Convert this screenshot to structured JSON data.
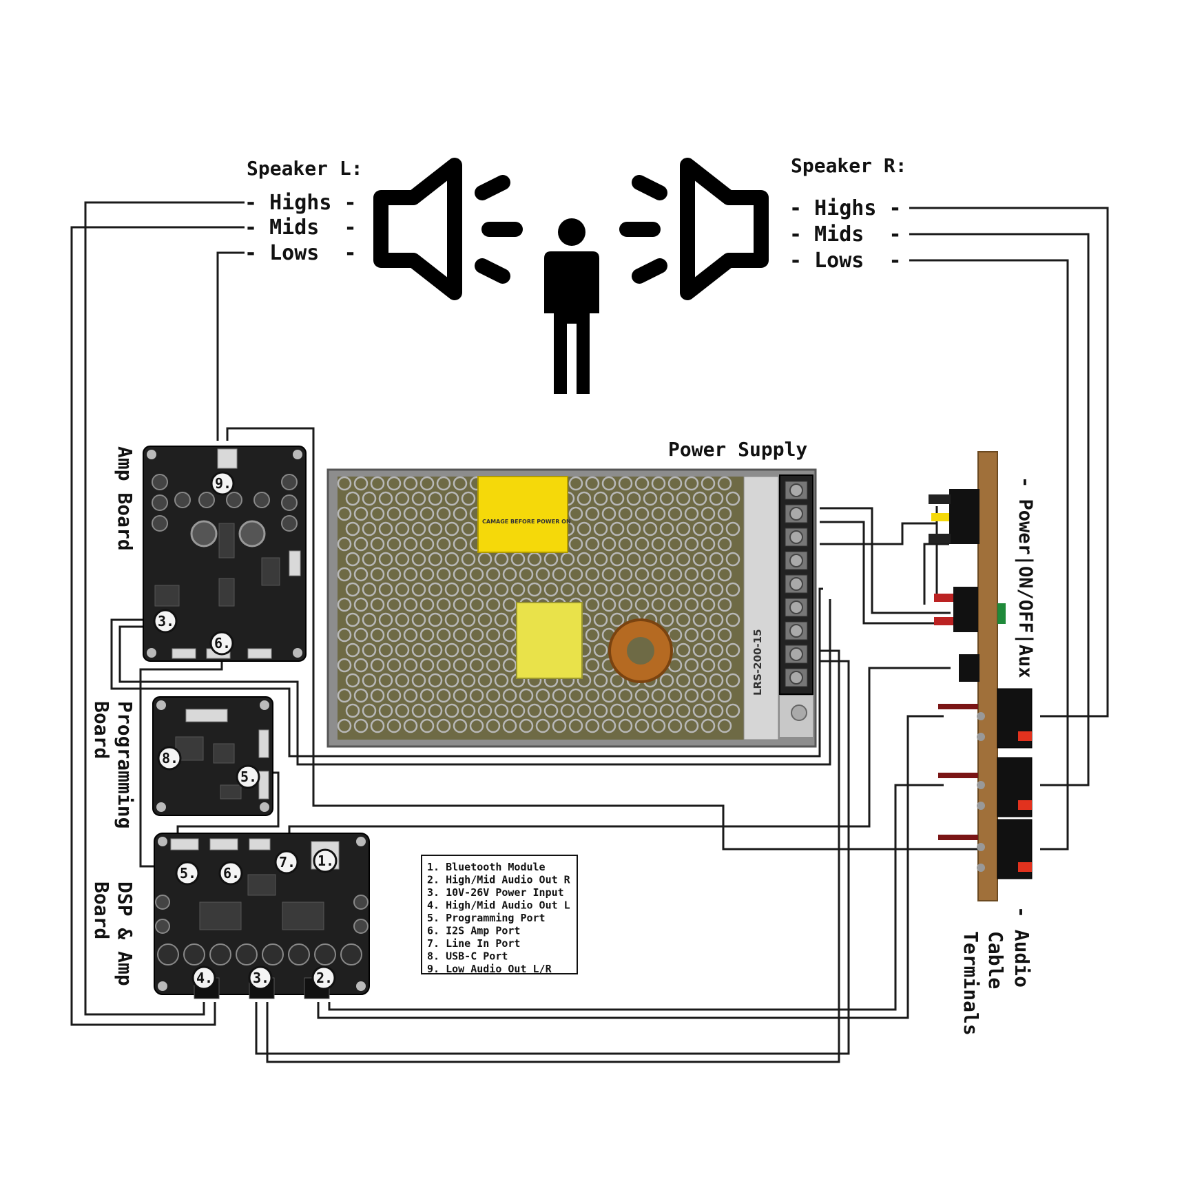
{
  "speaker_left": {
    "title": "Speaker L:",
    "lines": [
      "- Highs -",
      "- Mids  -",
      "- Lows  -"
    ]
  },
  "speaker_right": {
    "title": "Speaker R:",
    "lines": [
      "- Highs -",
      "- Mids  -",
      "- Lows  -"
    ]
  },
  "labels": {
    "power_supply": "Power Supply",
    "amp_board": "Amp Board",
    "programming_board_1": "Programming",
    "programming_board_2": "Board",
    "dsp_board_1": "DSP & Amp",
    "dsp_board_2": "Board",
    "power_switch": "- Power|ON/OFF|Aux",
    "terminals_1": "- Audio",
    "terminals_2": "Cable",
    "terminals_3": "Terminals",
    "psu_model": "LRS-200-15",
    "psu_warning": "CAMAGE BEFORE POWER ON"
  },
  "badges": {
    "amp_9": "9.",
    "amp_3": "3.",
    "amp_6": "6.",
    "prog_8": "8.",
    "prog_5": "5.",
    "dsp_5": "5.",
    "dsp_6": "6.",
    "dsp_7": "7.",
    "dsp_1": "1.",
    "dsp_4": "4.",
    "dsp_3": "3.",
    "dsp_2": "2."
  },
  "legend": [
    "1. Bluetooth Module",
    "2. High/Mid Audio Out R",
    "3. 10V-26V Power Input",
    "4. High/Mid Audio Out L",
    "5. Programming Port",
    "6. I2S Amp Port",
    "7. Line In Port",
    "8. USB-C Port",
    "9. Low Audio Out L/R"
  ],
  "colors": {
    "wire": "#1a1a1a",
    "pcb": "#1f1f1f",
    "psu_body": "#9a9a9a",
    "psu_label": "#f5d90a",
    "wood": "#a0703a",
    "terminal_red": "#e2321e"
  },
  "icons": [
    "speaker-left-icon",
    "speaker-right-icon",
    "person-icon"
  ]
}
